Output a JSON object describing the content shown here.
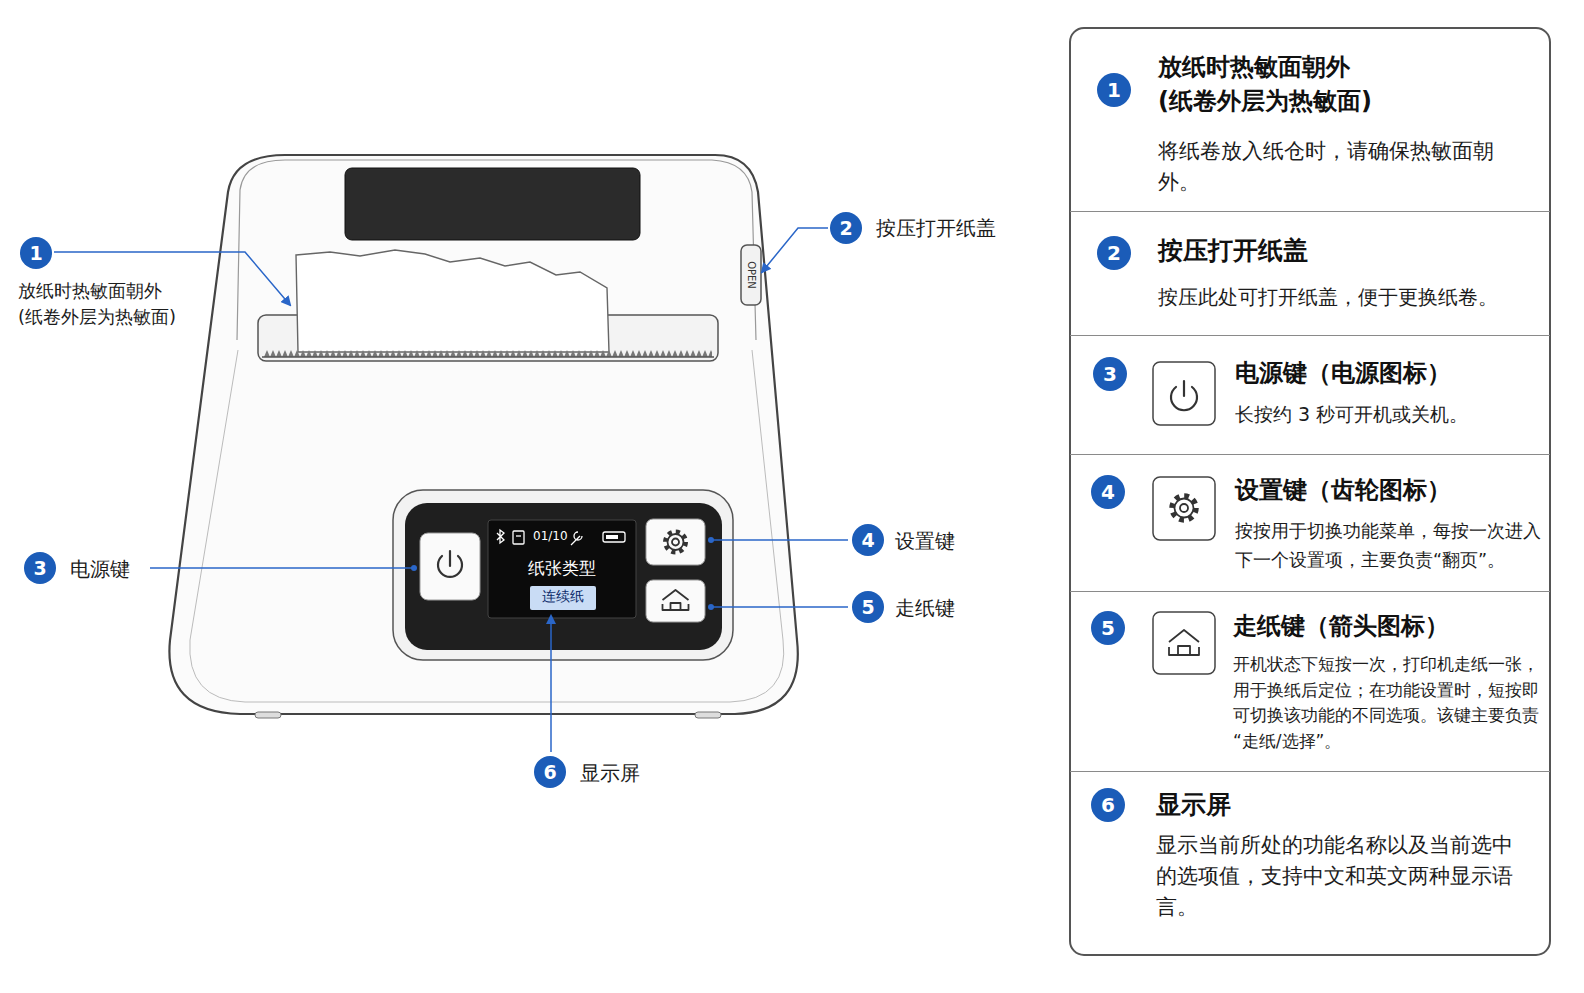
{
  "diagram": {
    "nodes": [
      {
        "text": [
          "01/10",
          "纸张类型"
        ]
      },
      {
        "text": [
          "连续纸"
        ],
        "in": 0
      },
      {
        "text": [
          "放纸时热敏面朝外 (纸卷外层为热敏面)",
          "将纸卷放入纸仓时，请确保热敏面朝外。"
        ]
      },
      {
        "text": [
          "按压打开纸盖",
          "按压此处可打开纸盖，便于更换纸卷。"
        ]
      },
      {
        "text": [
          "电源键（电源图标）",
          "长按约 3 秒可开机或关机。"
        ]
      },
      {
        "text": [
          "设置键（齿轮图标）",
          "按按用于切换功能菜单，每按一次进入下一个设置项，主要负责“翻页”。"
        ]
      },
      {
        "text": [
          "走纸键（箭头图标）",
          "开机状态下短按一次，打印机走纸一张，用于换纸后定位；在功能设置时，短按即可切换该功能的不同选项。该键主要负责“走纸/选择”。"
        ]
      },
      {
        "text": [
          "显示屏",
          "显示当前所处的功能名称以及当前选中的选项值，支持中文和英文两种显示语言。"
        ]
      }
    ],
    "labels": [
      "1",
      "放纸时热敏面朝外 (纸卷外层为热敏面)",
      "OPEN",
      "2",
      "按压打开纸盖",
      "3",
      "电源键",
      "4",
      "设置键",
      "5",
      "走纸键",
      "6",
      "显示屏",
      "1",
      "2",
      "3",
      "4",
      "5",
      "6"
    ]
  }
}
